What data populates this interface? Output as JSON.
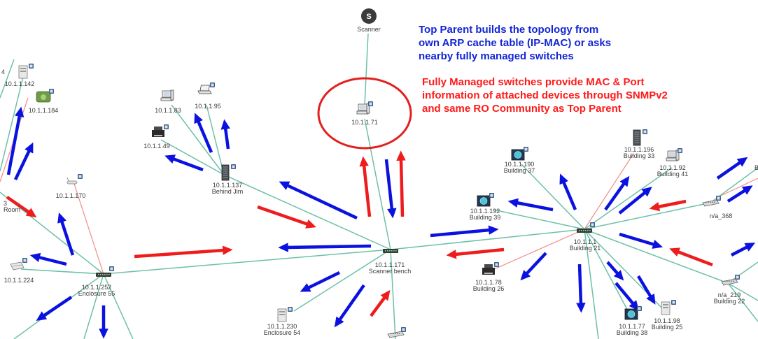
{
  "colors": {
    "link": "#6cc0a8",
    "link_alt": "#f28b8b",
    "arrow_blue": "#0b12e0",
    "arrow_red": "#ee1c1c",
    "note_blue": "#1326d6",
    "note_red": "#ff1a1a",
    "circle": "#e3201f"
  },
  "scanner": {
    "icon_letter": "S",
    "label": "Scanner"
  },
  "notes": {
    "top_parent": [
      "Top Parent builds the topology from",
      "own ARP cache table (IP-MAC) or asks",
      "nearby fully managed switches"
    ],
    "managed_switches": [
      "Fully Managed switches provide MAC & Port",
      "information of attached devices through SNMPv2",
      "and same RO Community as Top Parent"
    ]
  },
  "nodes": [
    {
      "id": "n1_1_71",
      "icon": "desktop-pc",
      "badge": true,
      "labels": [
        "10.1.1.71"
      ]
    },
    {
      "id": "n1_1_171",
      "icon": "switch",
      "badge": false,
      "labels": [
        "10.1.1.171",
        "Scanner bench"
      ]
    },
    {
      "id": "n1_1_83",
      "icon": "desktop-pc",
      "badge": false,
      "labels": [
        "10.1.1.83"
      ]
    },
    {
      "id": "n1_1_95",
      "icon": "laptop",
      "badge": true,
      "labels": [
        "10.1.1.95"
      ]
    },
    {
      "id": "n1_1_49",
      "icon": "printer",
      "badge": true,
      "labels": [
        "10.1.1.49"
      ]
    },
    {
      "id": "n1_1_137",
      "icon": "server-rack",
      "badge": true,
      "labels": [
        "10.1.1.137",
        "Behind Jim"
      ]
    },
    {
      "id": "n1_1_142",
      "icon": "server-box",
      "badge": true,
      "labels": [
        "10.1.1.142"
      ]
    },
    {
      "id": "n1_1_184",
      "icon": "green-device",
      "badge": true,
      "labels": [
        "10.1.1.184"
      ]
    },
    {
      "id": "n4",
      "icon": "none",
      "badge": false,
      "labels": [
        "4"
      ]
    },
    {
      "id": "n_room",
      "icon": "none",
      "badge": false,
      "labels": [
        "3",
        "Room"
      ]
    },
    {
      "id": "n1_1_170",
      "icon": "wireless-ap",
      "badge": true,
      "labels": [
        "10.1.1.170"
      ]
    },
    {
      "id": "n1_1_224",
      "icon": "scanner-device",
      "badge": true,
      "labels": [
        "10.1.1.224"
      ]
    },
    {
      "id": "n1_1_252",
      "icon": "switch",
      "badge": true,
      "labels": [
        "10.1.1.252",
        "Enclosure 55"
      ]
    },
    {
      "id": "n1_1_230",
      "icon": "server-box",
      "badge": true,
      "labels": [
        "10.1.1.230",
        "Enclosure 54"
      ]
    },
    {
      "id": "n_bottom",
      "icon": "hub",
      "badge": true,
      "labels": []
    },
    {
      "id": "n1_1_190",
      "icon": "globe-device",
      "badge": true,
      "labels": [
        "10.1.1.190",
        "Building 37"
      ]
    },
    {
      "id": "n1_1_192",
      "icon": "globe-device",
      "badge": true,
      "labels": [
        "10.1.1.192",
        "Building 39"
      ]
    },
    {
      "id": "n1_1_1",
      "icon": "switch",
      "badge": true,
      "labels": [
        "10.1.1.1",
        "Building 21"
      ]
    },
    {
      "id": "n1_1_78",
      "icon": "printer",
      "badge": true,
      "labels": [
        "10.1.1.78",
        "Building 26"
      ]
    },
    {
      "id": "n1_1_196",
      "icon": "server-rack",
      "badge": true,
      "labels": [
        "10.1.1.196",
        "Building 33"
      ]
    },
    {
      "id": "n1_1_92",
      "icon": "desktop-pc",
      "badge": true,
      "labels": [
        "10.1.1.92",
        "Building 41"
      ]
    },
    {
      "id": "n_a_368",
      "icon": "hub",
      "badge": true,
      "labels": [
        "n/a_368"
      ]
    },
    {
      "id": "n_a_219",
      "icon": "hub",
      "badge": true,
      "labels": [
        "n/a_219",
        "Building 22"
      ]
    },
    {
      "id": "n1_1_77",
      "icon": "globe-device",
      "badge": true,
      "labels": [
        "10.1.1.77",
        "Building 38"
      ]
    },
    {
      "id": "n1_1_98",
      "icon": "server-box",
      "badge": true,
      "labels": [
        "10.1.1.98",
        "Building 25"
      ]
    },
    {
      "id": "n_edge_b",
      "icon": "none",
      "badge": false,
      "labels": [
        "B"
      ]
    }
  ]
}
